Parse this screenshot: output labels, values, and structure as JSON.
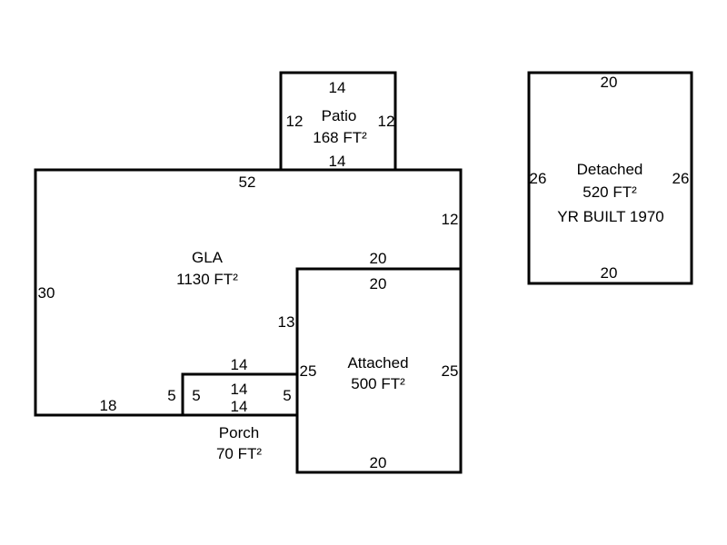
{
  "colors": {
    "line": "#000000",
    "background": "#ffffff"
  },
  "areas": {
    "gla": {
      "name": "GLA",
      "area": "1130 FT²"
    },
    "patio": {
      "name": "Patio",
      "area": "168 FT²"
    },
    "attached": {
      "name": "Attached",
      "area": "500 FT²"
    },
    "porch": {
      "name": "Porch",
      "area": "70 FT²"
    },
    "detached": {
      "name": "Detached",
      "area": "520 FT²",
      "year_built": "YR BUILT 1970"
    }
  },
  "dimensions": {
    "patio_top": "14",
    "patio_left": "12",
    "patio_right": "12",
    "patio_bottom": "14",
    "gla_top": "52",
    "gla_right": "12",
    "gla_left": "30",
    "gla_attached_top": "20",
    "gla_attached_left": "13",
    "gla_porch_top": "14",
    "gla_bottom": "18",
    "gla_porch_left": "5",
    "attached_top": "20",
    "attached_left": "25",
    "attached_right": "25",
    "attached_bottom": "20",
    "porch_left": "5",
    "porch_top": "14",
    "porch_bottom": "14",
    "porch_right": "5",
    "detached_top": "20",
    "detached_left": "26",
    "detached_right": "26",
    "detached_bottom": "20"
  }
}
